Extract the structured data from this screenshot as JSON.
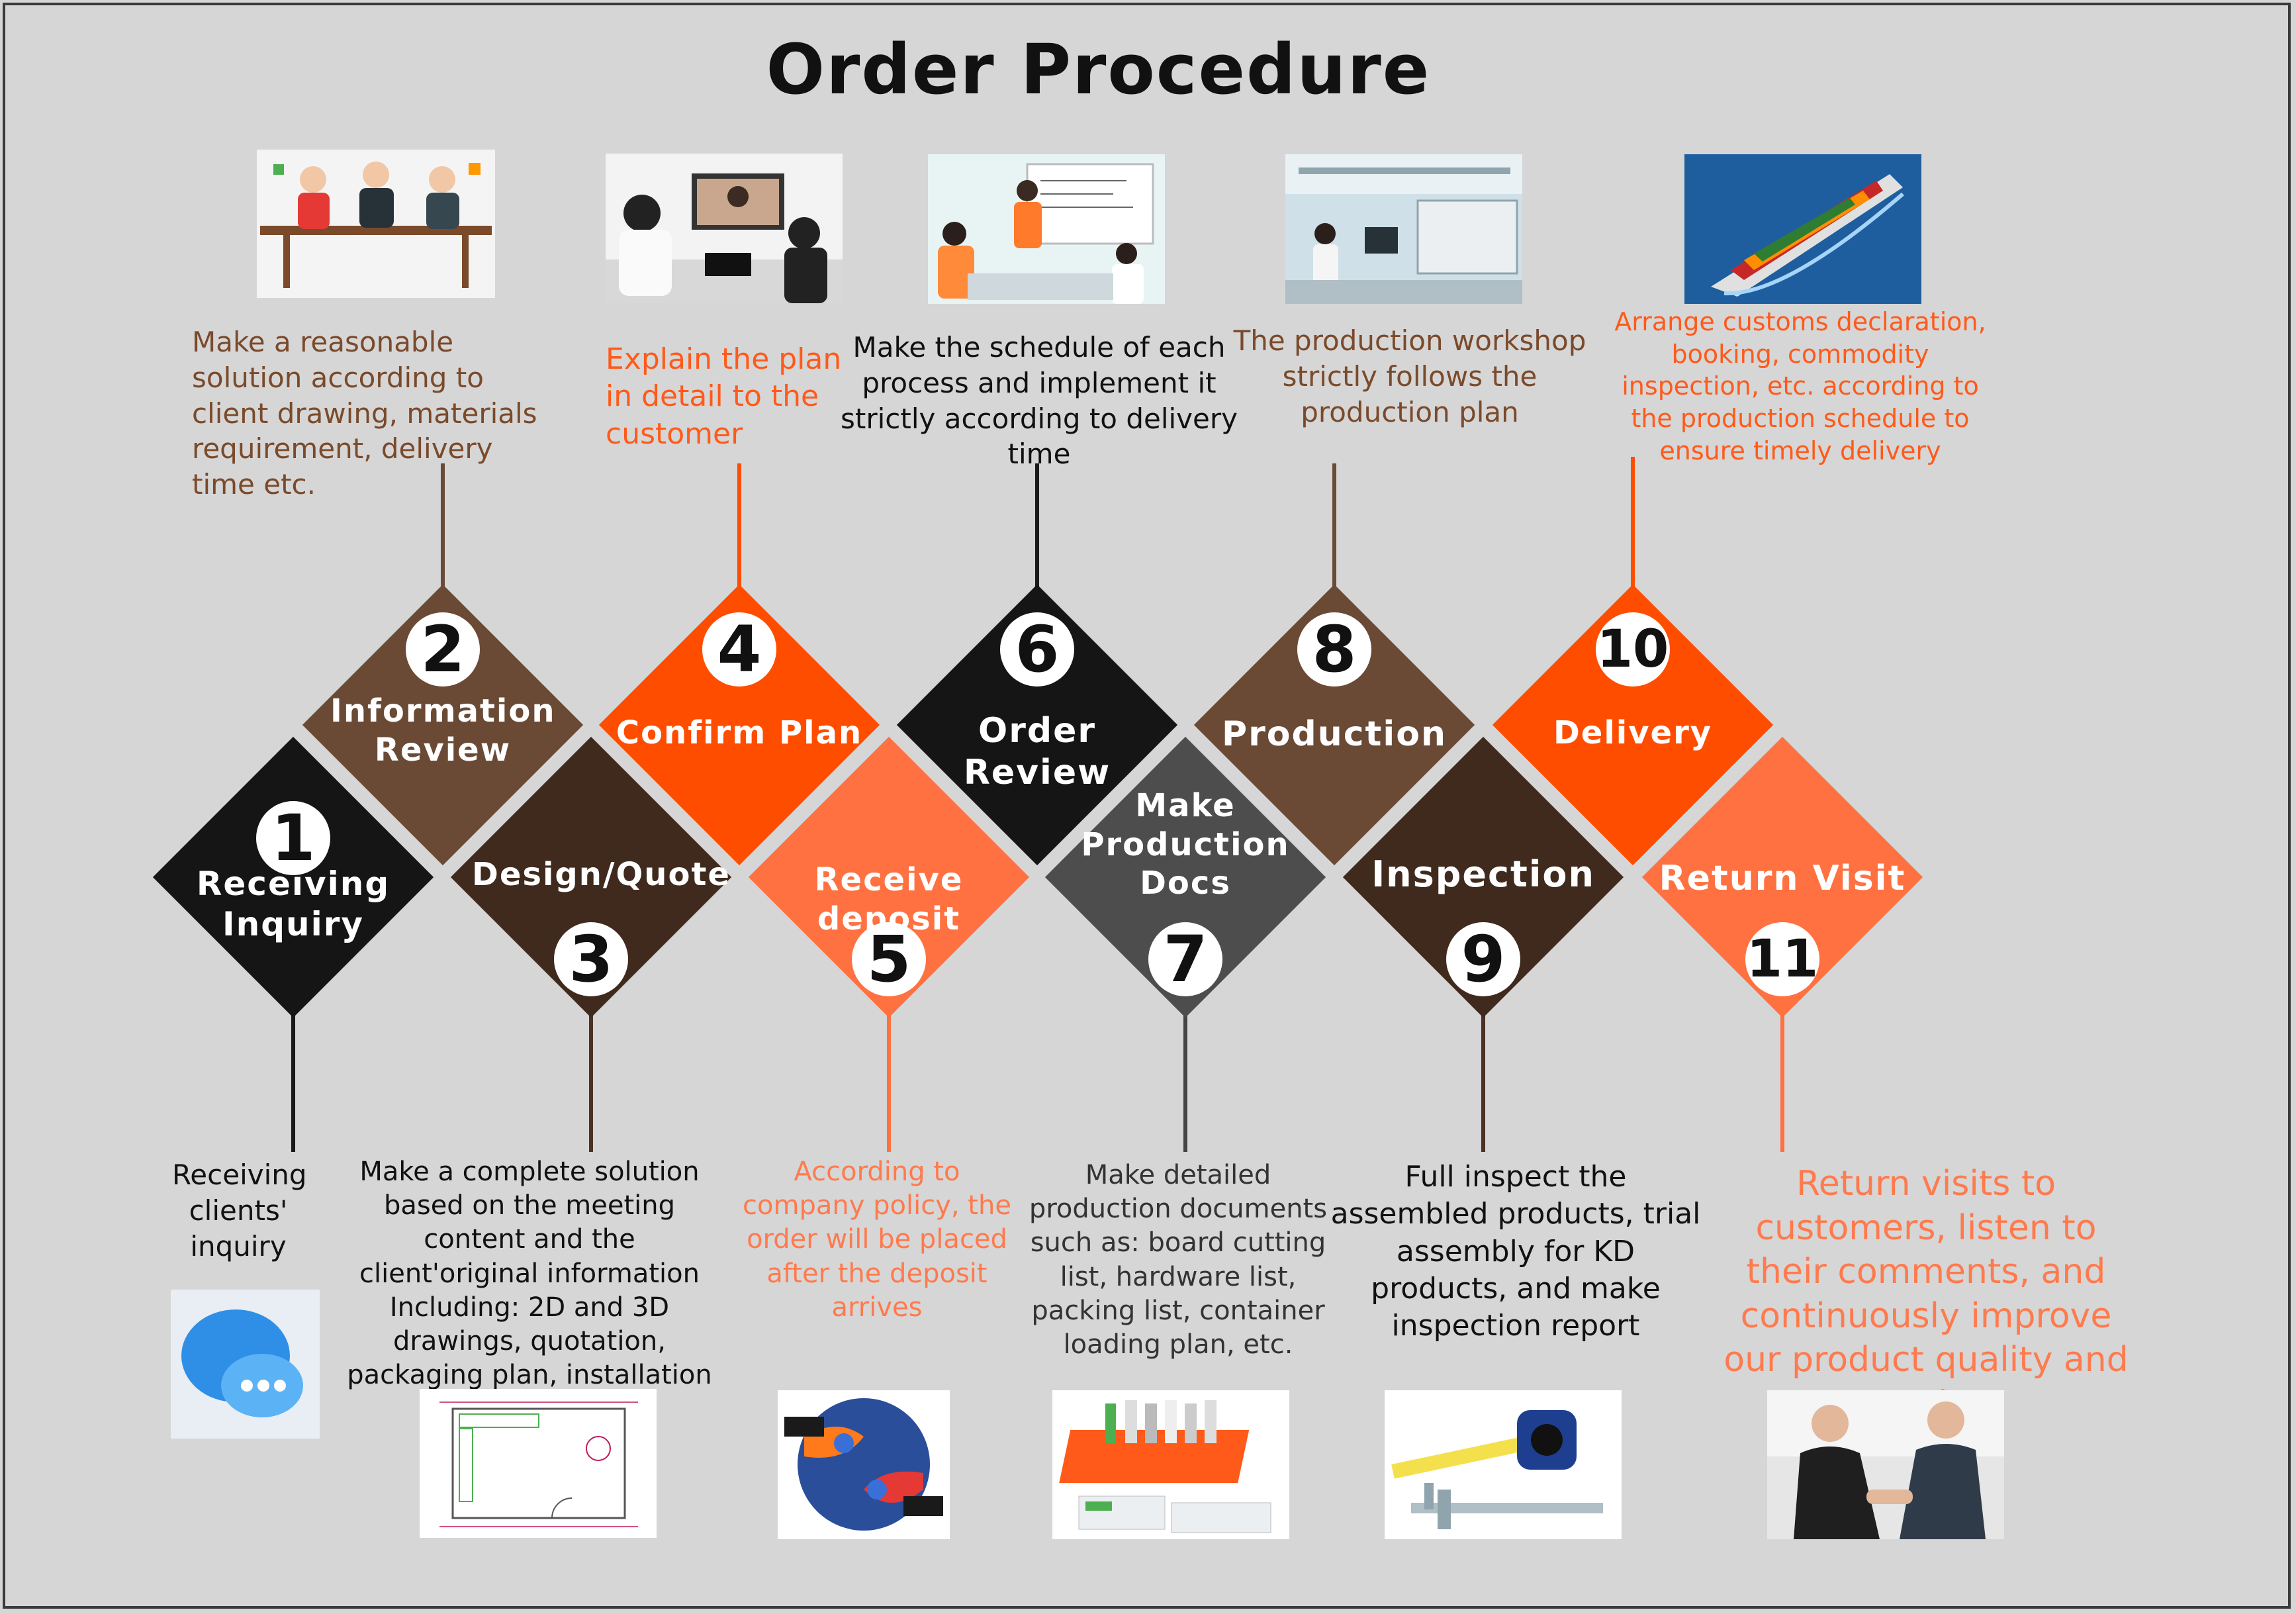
{
  "title": "Order Procedure",
  "colors": {
    "black": "#151515",
    "brown": "#6a4a35",
    "dark_brown": "#3f2a1d",
    "orange": "#ff4d00",
    "light_orange": "#ff7140",
    "grey": "#4d4d4d",
    "desc_brown": "#7a4a2b",
    "desc_orange": "#ff5a1a",
    "desc_light_orange": "#ff7a4d"
  },
  "steps": [
    {
      "number": "1",
      "label": "Receiving Inquiry",
      "description": "Receiving clients' inquiry",
      "image": "chat-bubble-icon"
    },
    {
      "number": "2",
      "label": "Information Review",
      "description": "Make a reasonable solution according to client drawing, materials requirement, delivery time etc.",
      "image": "business-meeting-illustration"
    },
    {
      "number": "3",
      "label": "Design/Quote",
      "description": "Make a complete solution based on the meeting content and the client'original information Including: 2D and 3D drawings, quotation, packaging plan, installation details, etc.",
      "image": "floor-plan-drawing"
    },
    {
      "number": "4",
      "label": "Confirm Plan",
      "description": "Explain the plan in detail to the customer",
      "image": "video-conference-photo"
    },
    {
      "number": "5",
      "label": "Receive deposit",
      "description": "According to company policy, the order will be placed after the deposit arrives",
      "image": "payment-handshake-icon"
    },
    {
      "number": "6",
      "label": "Order Review",
      "description": "Make the schedule of each process and implement it strictly according to delivery time",
      "image": "whiteboard-meeting-photo"
    },
    {
      "number": "7",
      "label": "Make Production Docs",
      "description": "Make detailed production documents such as: board cutting list, hardware list, packing list, container loading plan, etc.",
      "image": "documents-tray-icon"
    },
    {
      "number": "8",
      "label": "Production",
      "description": "The production workshop strictly follows the production plan",
      "image": "factory-workshop-photo"
    },
    {
      "number": "9",
      "label": "Inspection",
      "description": "Full inspect the assembled products, trial assembly for KD products, and make inspection report",
      "image": "measuring-tools-photo"
    },
    {
      "number": "10",
      "label": "Delivery",
      "description": "Arrange customs declaration, booking, commodity inspection, etc. according to the production schedule to ensure timely delivery",
      "image": "container-ship-photo"
    },
    {
      "number": "11",
      "label": "Return Visit",
      "description": "Return visits to customers, listen to their comments, and continuously improve our product quality and service",
      "image": "handshake-photo"
    }
  ]
}
